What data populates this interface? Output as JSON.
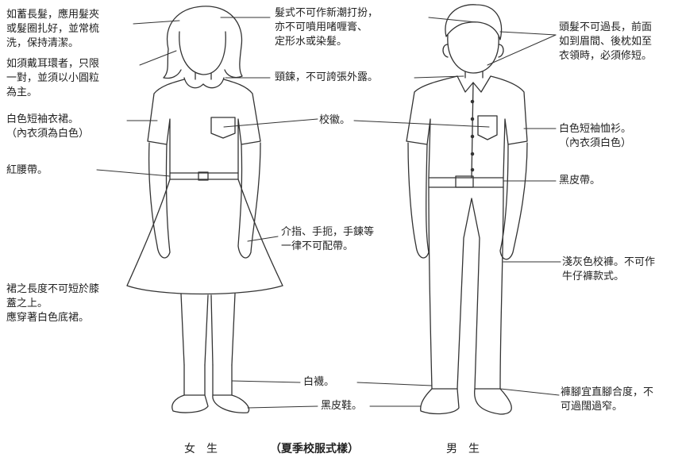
{
  "labels": {
    "hair_long": "如蓄長髮，應用髮夾\n或髮圈扎好，並常梳\n洗，保持清潔。",
    "earrings": "如須戴耳環者，只限\n一對，並須以小圓粒\n為主。",
    "girl_dress": "白色短袖衣裙。\n（內衣須為白色）",
    "red_belt": "紅腰帶。",
    "skirt_length": "裙之長度不可短於膝\n蓋之上。\n應穿著白色底裙。",
    "hair_style": "髮式不可作新潮打扮，\n亦不可噴用啫喱膏、\n定形水或染髮。",
    "necklace": "頸鍊，不可誇張外露。",
    "badge": "校徽。",
    "rings": "介指、手扼，手鍊等\n一律不可配帶。",
    "white_socks": "白襪。",
    "black_shoes": "黑皮鞋。",
    "boy_hair": "頭髮不可過長，前面\n如到眉間、後枕如至\n衣領時，必須修短。",
    "boy_shirt": "白色短袖恤衫。\n（內衣須白色）",
    "black_belt": "黑皮帶。",
    "trousers": "淺灰色校褲。不可作\n牛仔褲款式。",
    "trouser_legs": "褲腳宜直腳合度，不\n可過闊過窄。"
  },
  "caption": {
    "female": "女　生",
    "title": "（夏季校服式樣）",
    "male": "男　生"
  },
  "colors": {
    "ink": "#222222",
    "background": "#ffffff"
  }
}
